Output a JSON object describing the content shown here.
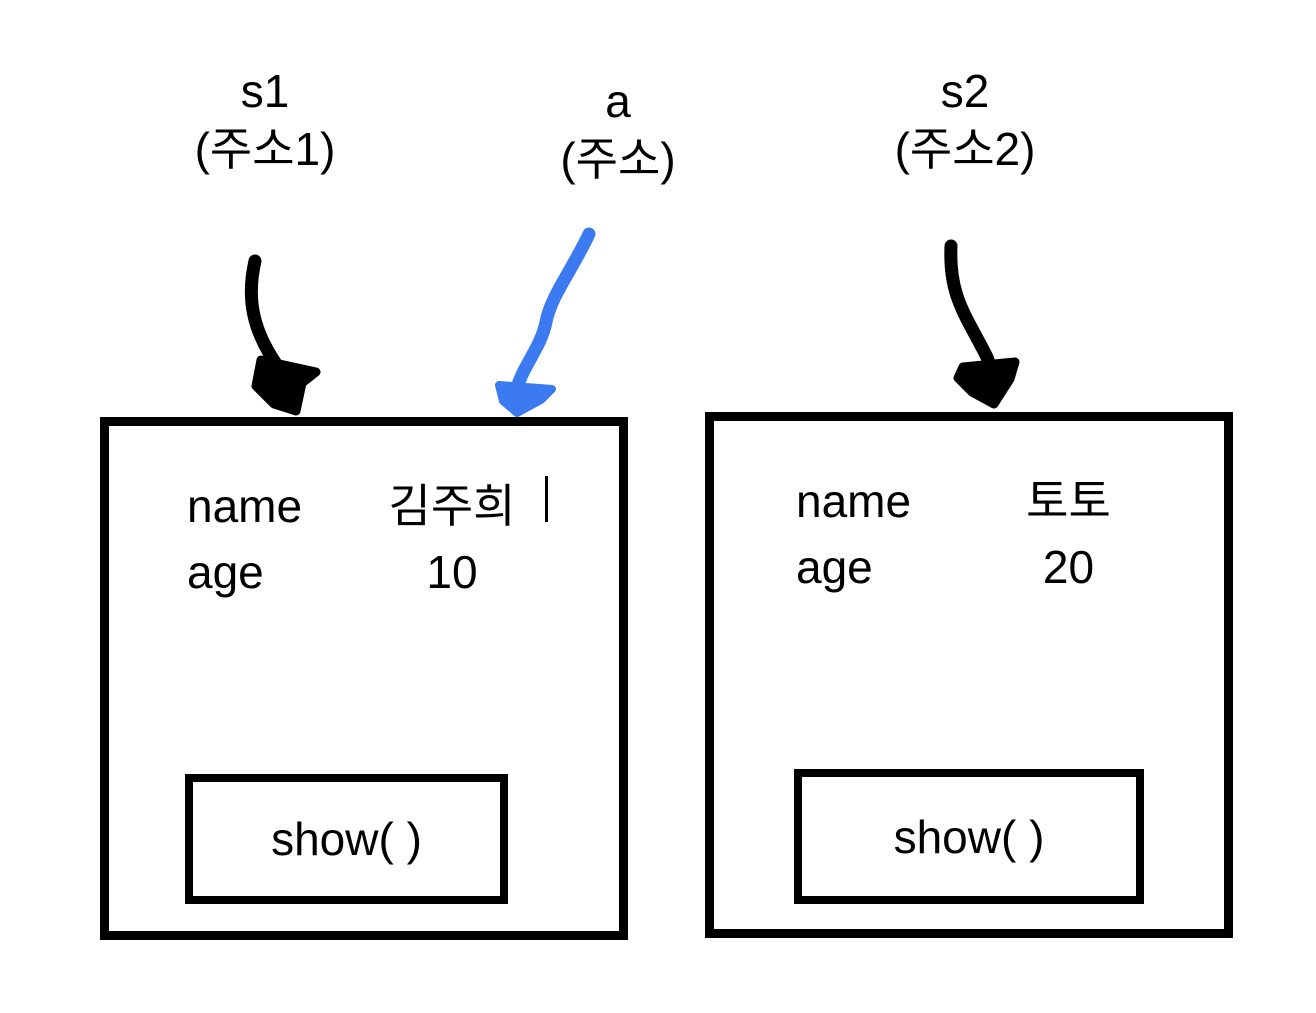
{
  "diagram": {
    "title": "object reference diagram",
    "background_color": "#ffffff",
    "stroke_color": "#000000",
    "reference_arrow_color": "#3b7af0"
  },
  "pointers": [
    {
      "id": "s1",
      "name": "s1",
      "address": "(주소1)",
      "arrow_color": "#000000",
      "points_to": "object-1"
    },
    {
      "id": "a",
      "name": "a",
      "address": "(주소)",
      "arrow_color": "#3b7af0",
      "points_to": "object-1"
    },
    {
      "id": "s2",
      "name": "s2",
      "address": "(주소2)",
      "arrow_color": "#000000",
      "points_to": "object-2"
    }
  ],
  "objects": [
    {
      "id": "object-1",
      "fields": [
        {
          "key": "name",
          "value": "김주희"
        },
        {
          "key": "age",
          "value": "10"
        }
      ],
      "method": "show( )"
    },
    {
      "id": "object-2",
      "fields": [
        {
          "key": "name",
          "value": "토토"
        },
        {
          "key": "age",
          "value": "20"
        }
      ],
      "method": "show( )"
    }
  ]
}
